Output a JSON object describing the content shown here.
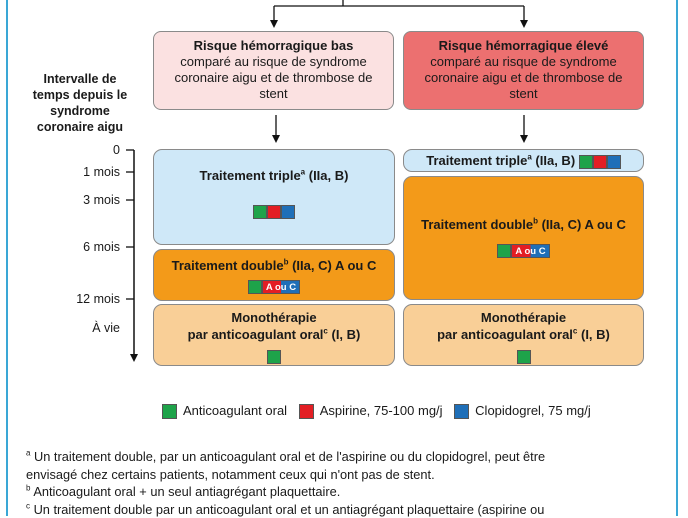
{
  "risk_low": {
    "title": "Risque hémorragique bas",
    "text": "comparé au risque de syndrome coronaire aigu et de thrombose de stent"
  },
  "risk_high": {
    "title": "Risque hémorragique élevé",
    "text": "comparé au risque de syndrome coronaire aigu et de thrombose de stent"
  },
  "timeline": {
    "title": "Intervalle de temps depuis le syndrome coronaire aigu",
    "ticks": [
      "0",
      "1 mois",
      "3 mois",
      "6 mois",
      "12 mois",
      "À vie"
    ]
  },
  "left": {
    "triple": {
      "label": "Traitement triple",
      "sup": "a",
      "suffix": " (IIa, B)"
    },
    "double": {
      "label": "Traitement double",
      "sup": "b",
      "suffix": " (IIa, C) A ou C"
    },
    "mono": {
      "line1": "Monothérapie",
      "line2": "par anticoagulant oral",
      "sup": "c",
      "suffix": " (I, B)"
    }
  },
  "right": {
    "triple": {
      "label": "Traitement triple",
      "sup": "a",
      "suffix": " (IIa, B)"
    },
    "double": {
      "label": "Traitement double",
      "sup": "b",
      "suffix": " (IIa, C) A ou C"
    },
    "mono": {
      "line1": "Monothérapie",
      "line2": "par anticoagulant oral",
      "sup": "c",
      "suffix": " (I, B)"
    }
  },
  "aoc_label": "A ou C",
  "legend": {
    "anticoag": "Anticoagulant oral",
    "aspirin": "Aspirine, 75-100 mg/j",
    "clopidogrel": "Clopidogrel, 75 mg/j"
  },
  "colors": {
    "anticoag": "#1ea34a",
    "aspirin": "#e31e24",
    "clopidogrel": "#1f6fb8",
    "triple_bg": "#cfe8f8",
    "double_bg": "#f39a19",
    "mono_bg": "#f9cf97"
  },
  "notes": [
    {
      "mark": "a",
      "text": "Un traitement double, par un anticoagulant oral et de l'aspirine ou du clopidogrel, peut être"
    },
    {
      "mark": "",
      "text": "envisagé chez certains patients, notamment ceux qui n'ont pas de stent."
    },
    {
      "mark": "b",
      "text": "Anticoagulant oral + un seul antiagrégant plaquettaire."
    },
    {
      "mark": "c",
      "text": "Un traitement double par un anticoagulant oral et un antiagrégant plaquettaire (aspirine ou"
    }
  ]
}
